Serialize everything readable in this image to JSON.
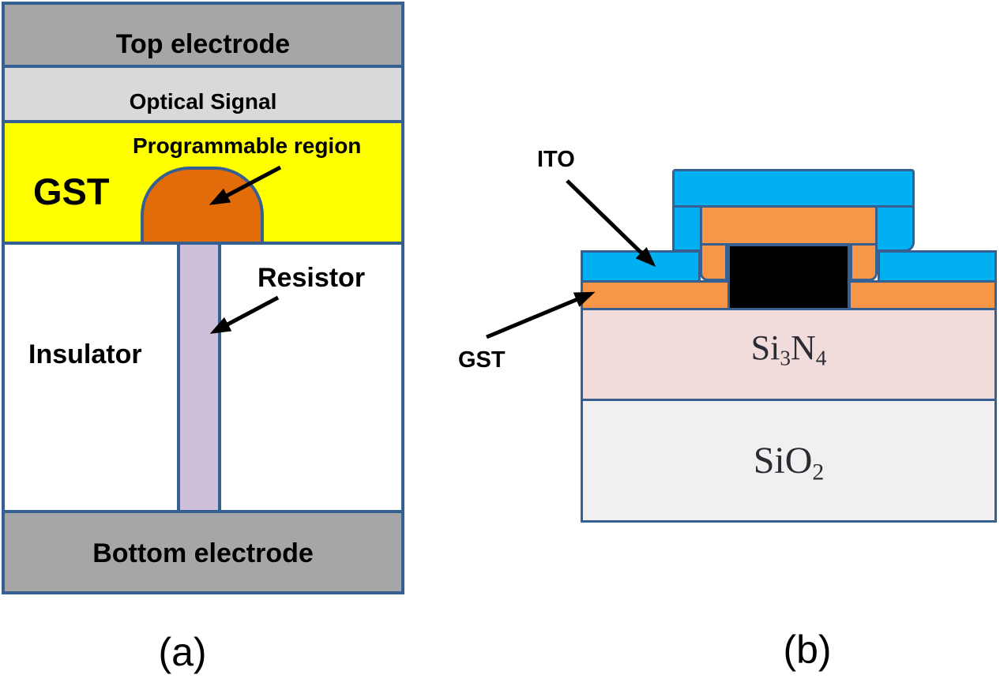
{
  "figure": {
    "description_visible_text_only": true,
    "colors": {
      "outline_blue": "#376092",
      "electrode_gray": "#a6a6a6",
      "optical_signal_gray": "#d9d9d9",
      "gst_yellow": "#ffff00",
      "programmable_region_orange": "#e36c0a",
      "resistor_lavender": "#ccc0da",
      "insulator_white": "#ffffff",
      "ito_blue": "#00b0f0",
      "gst_film_orange": "#f79646",
      "heater_black": "#000000",
      "si3n4_pink": "#f2dcdb",
      "sio2_light_gray": "#f1efef"
    }
  },
  "panel_a": {
    "caption": "(a)",
    "layers": {
      "top_electrode": "Top electrode",
      "optical_signal": "Optical Signal",
      "gst": "GST",
      "programmable_region": "Programmable region",
      "resistor": "Resistor",
      "insulator": "Insulator",
      "bottom_electrode": "Bottom electrode"
    }
  },
  "panel_b": {
    "caption": "(b)",
    "labels": {
      "ito": "ITO",
      "gst": "GST",
      "si3n4": {
        "base1": "Si",
        "sub1": "3",
        "base2": "N",
        "sub2": "4"
      },
      "sio2": {
        "base1": "SiO",
        "sub1": "2"
      }
    }
  }
}
